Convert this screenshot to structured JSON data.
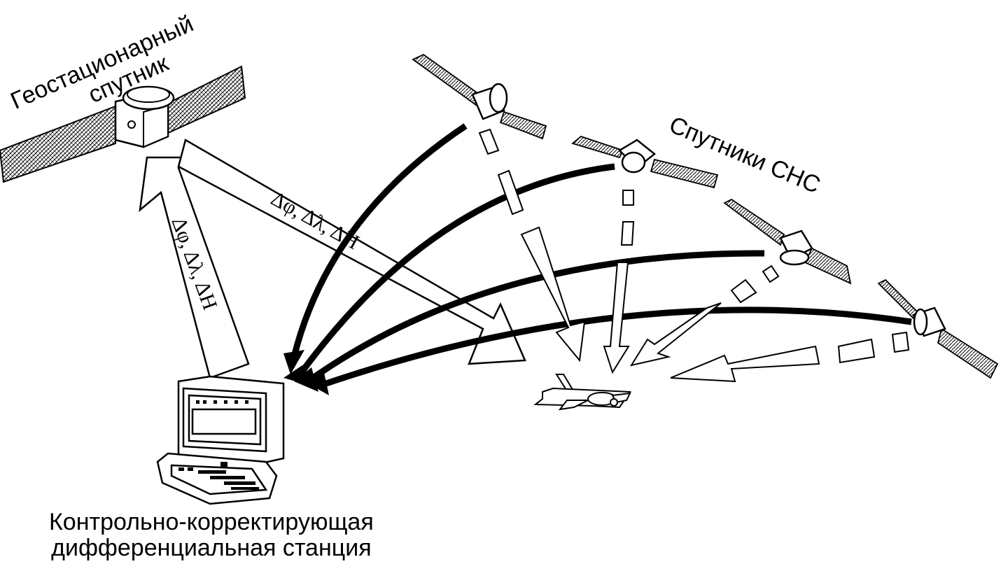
{
  "labels": {
    "geostationary_line1": "Геостационарный",
    "geostationary_line2": "спутник",
    "gnss": "Спутники СНС",
    "station_line1": "Контрольно-корректирующая",
    "station_line2": "дифференциальная станция"
  },
  "links": {
    "uplink_text": "Δφ, Δλ, ΔH",
    "downlink_text": "Δφ, Δλ, ΔH"
  },
  "colors": {
    "line": "#000000",
    "fill": "#ffffff"
  }
}
